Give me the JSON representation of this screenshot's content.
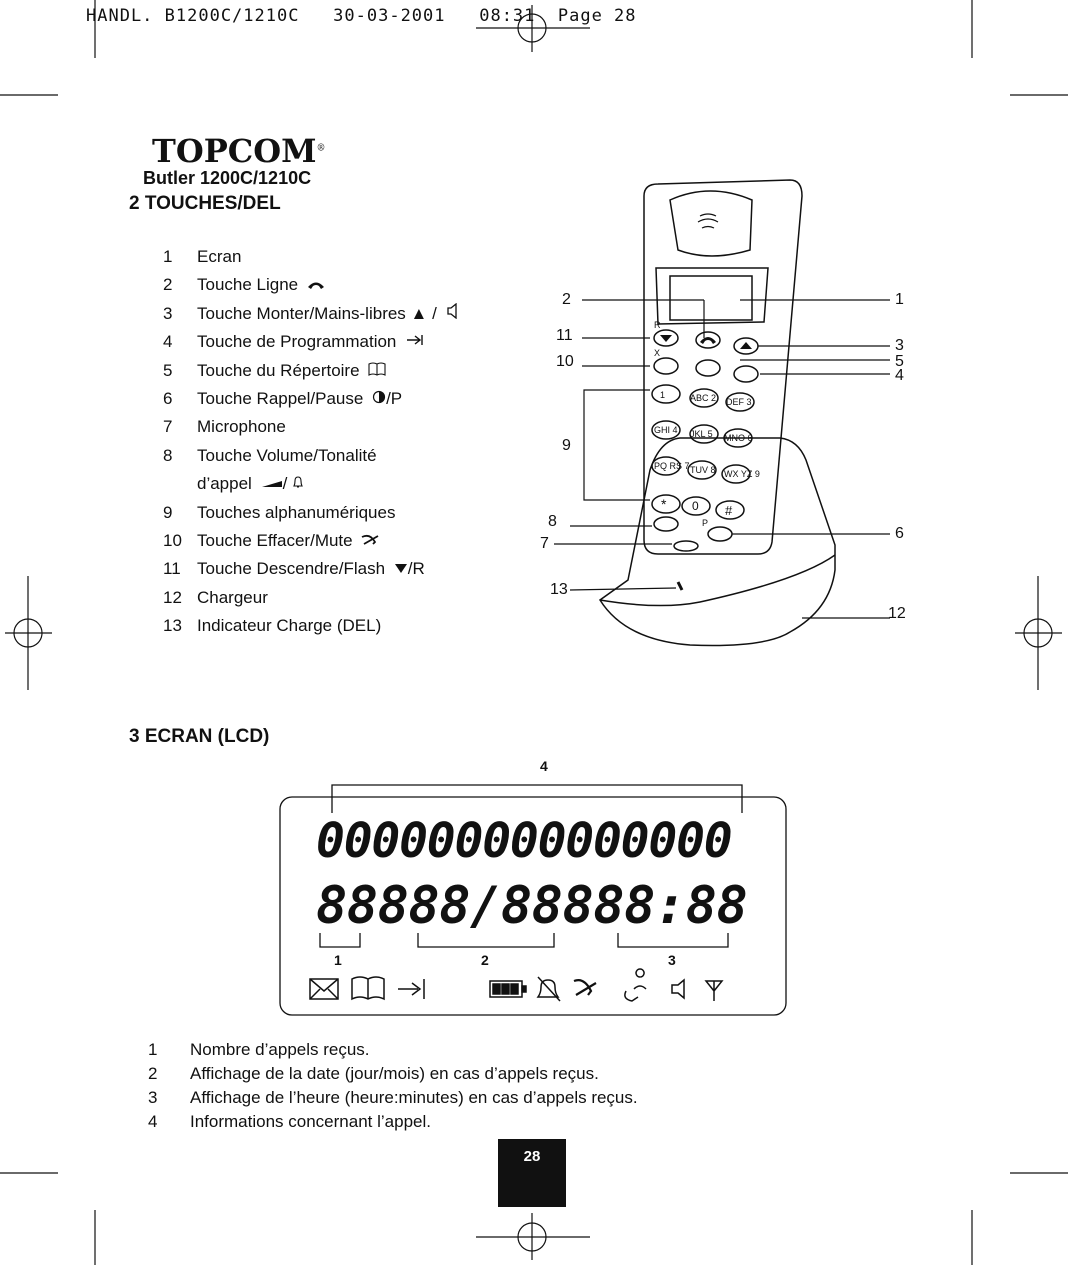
{
  "header": {
    "print_line": "HANDL. B1200C/1210C   30-03-2001   08:31  Page 28"
  },
  "brand": {
    "logo": "TOPCOM",
    "registered": "®",
    "model": "Butler 1200C/1210C"
  },
  "section_keys": {
    "title": "2  TOUCHES/DEL",
    "items": [
      {
        "num": "1",
        "label": "Ecran",
        "symbol": ""
      },
      {
        "num": "2",
        "label": "Touche Ligne",
        "symbol": "handset-icon"
      },
      {
        "num": "3",
        "label": "Touche Monter/Mains-libres ▲ /",
        "symbol": "speaker-icon"
      },
      {
        "num": "4",
        "label": "Touche de Programmation",
        "symbol": "program-icon"
      },
      {
        "num": "5",
        "label": "Touche du Répertoire",
        "symbol": "book-icon"
      },
      {
        "num": "6",
        "label": "Touche Rappel/Pause",
        "suffix": "/P",
        "symbol": "redial-icon"
      },
      {
        "num": "7",
        "label": "Microphone",
        "symbol": ""
      },
      {
        "num": "8",
        "label": "Touche Volume/Tonalité",
        "label2": "d’appel",
        "suffix": "/",
        "symbol": "volume-icon"
      },
      {
        "num": "9",
        "label": "Touches alphanumériques",
        "symbol": ""
      },
      {
        "num": "10",
        "label": "Touche Effacer/Mute",
        "symbol": "mute-icon"
      },
      {
        "num": "11",
        "label": "Touche Descendre/Flash",
        "suffix": "/R",
        "symbol": "down-icon"
      },
      {
        "num": "12",
        "label": "Chargeur",
        "symbol": ""
      },
      {
        "num": "13",
        "label": "Indicateur Charge (DEL)",
        "symbol": ""
      }
    ]
  },
  "phone_callouts": {
    "left": [
      "2",
      "11",
      "10",
      "9",
      "8",
      "7",
      "13"
    ],
    "right": [
      "1",
      "3",
      "5",
      "4",
      "6",
      "12"
    ]
  },
  "phone_keys": {
    "row1": [
      "1",
      "ABC 2",
      "DEF 3"
    ],
    "row2": [
      "GHI 4",
      "JKL 5",
      "MNO 6"
    ],
    "row3": [
      "PQ RS 7",
      "TUV 8",
      "WX YZ 9"
    ],
    "row4": [
      "*",
      "0",
      "#"
    ],
    "r_label": "R",
    "x_label": "X",
    "p_label": "P"
  },
  "section_lcd": {
    "title": "3  ECRAN (LCD)",
    "segment_row1": "000000000000000",
    "segment_row2": "88888/88888:88",
    "callouts": [
      "4",
      "1",
      "2",
      "3"
    ],
    "icons": [
      "envelope-icon",
      "book-icon",
      "program-icon",
      "battery-icon",
      "no-ring-icon",
      "mute-icon",
      "call-icon",
      "speaker-icon",
      "antenna-icon"
    ],
    "items": [
      {
        "num": "1",
        "label": "Nombre d’appels reçus."
      },
      {
        "num": "2",
        "label": "Affichage de la date (jour/mois) en cas d’appels reçus."
      },
      {
        "num": "3",
        "label": "Affichage de l’heure (heure:minutes) en cas d’appels reçus."
      },
      {
        "num": "4",
        "label": "Informations concernant l’appel."
      }
    ]
  },
  "footer": {
    "page_number": "28"
  }
}
